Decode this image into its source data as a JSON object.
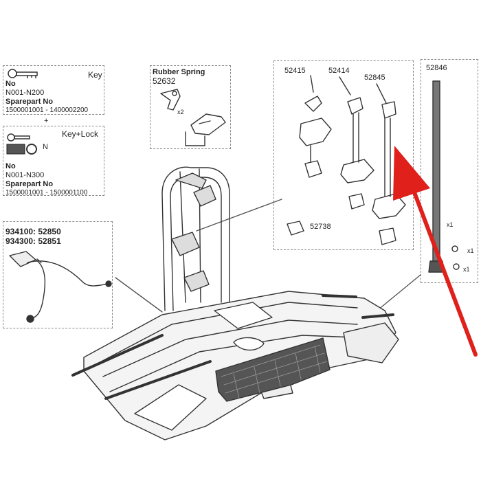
{
  "key_box": {
    "title": "Key",
    "no_label": "No",
    "no_value": "N001-N200",
    "sparepart_label": "Sparepart No",
    "sparepart_value": "1500001001 - 1400002200"
  },
  "plus_sign": "+",
  "keylock_box": {
    "title": "Key+Lock",
    "code": "N",
    "no_label": "No",
    "no_value": "N001-N300",
    "sparepart_label": "Sparepart No",
    "sparepart_value": "1500001001 - 1500001100"
  },
  "rubber_spring": {
    "title": "Rubber Spring",
    "part_no": "52632",
    "qty": "x2"
  },
  "holders_box": {
    "parts": [
      "52415",
      "52414",
      "52845"
    ],
    "bottom_part": "52738"
  },
  "rod_box": {
    "part_no": "52846",
    "qty1": "x1",
    "qty2": "x1",
    "qty3": "x1"
  },
  "cable_box": {
    "line1": "934100: 52850",
    "line2": "934300: 52851"
  },
  "arrow_color": "#e0201b"
}
